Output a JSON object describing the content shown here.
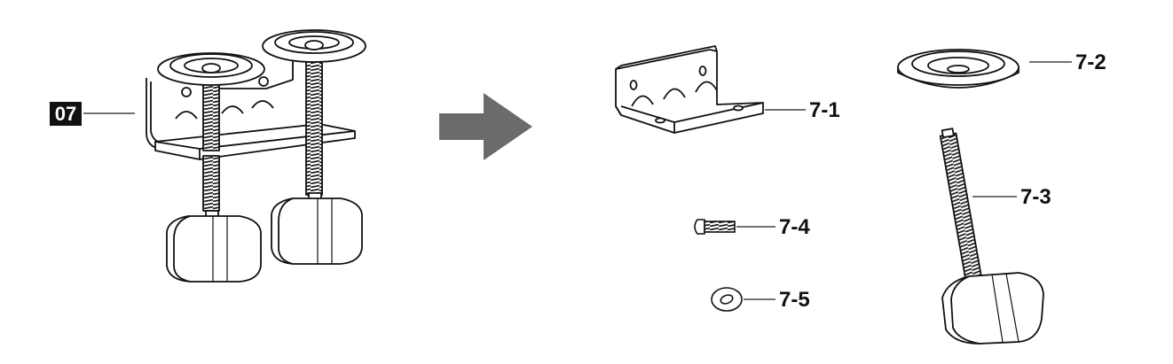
{
  "assembly": {
    "badge": "07",
    "badge_bg": "#111111",
    "badge_fg": "#ffffff"
  },
  "arrow_color": "#6b6b6b",
  "parts": {
    "bracket": "7-1",
    "cup_washer": "7-2",
    "threaded_knob": "7-3",
    "screw": "7-4",
    "flat_washer": "7-5"
  }
}
